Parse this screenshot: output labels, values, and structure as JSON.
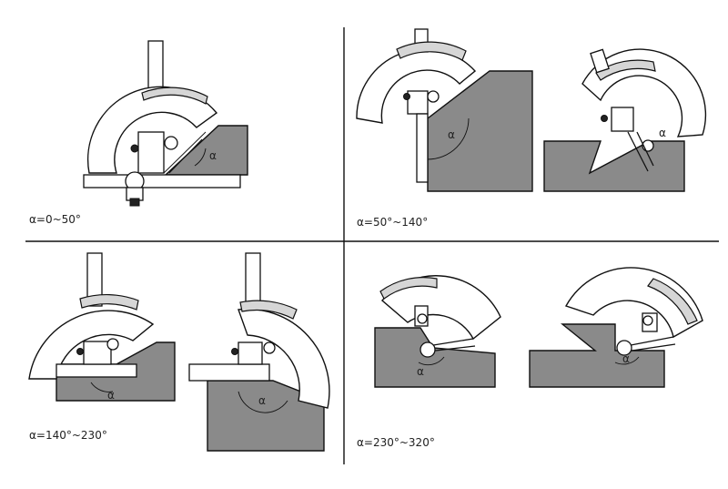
{
  "panels": [
    {
      "id": "p1",
      "caption": "α=0~50°"
    },
    {
      "id": "p2",
      "caption": "α=50°~140°"
    },
    {
      "id": "p3",
      "caption": "α=140°~230°"
    },
    {
      "id": "p4",
      "caption": "α=230°~320°"
    }
  ],
  "angle_symbol": "α",
  "colors": {
    "workpiece": "#8a8a8a",
    "outline": "#111111",
    "background": "#ffffff"
  }
}
